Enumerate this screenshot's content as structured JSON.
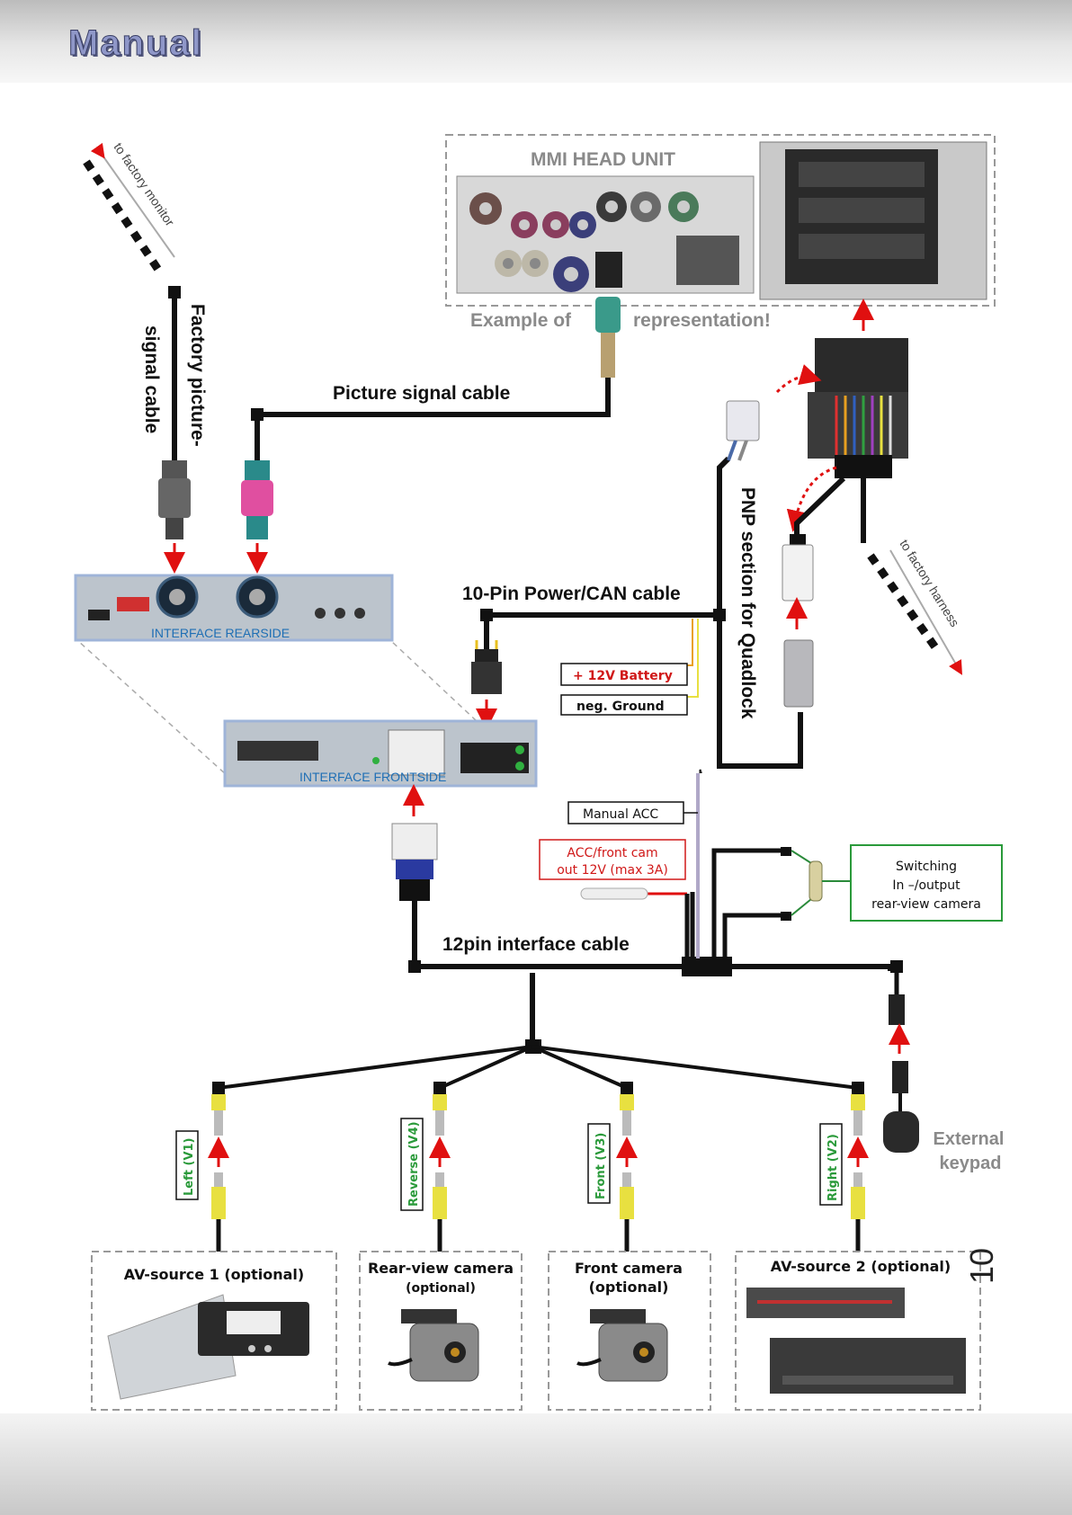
{
  "header": {
    "brand": "Manual"
  },
  "head_unit": {
    "title": "MMI HEAD UNIT",
    "example_left": "Example of",
    "example_right": "representation!"
  },
  "cables": {
    "to_factory_monitor": "to factory monitor",
    "factory_picture_line1": "Factory picture-",
    "factory_picture_line2": "signal cable",
    "picture_signal": "Picture signal cable",
    "power_can": "10-Pin Power/CAN cable",
    "battery": "+ 12V Battery",
    "ground": "neg. Ground",
    "pnp": "PNP section for Quadlock",
    "to_factory_harness": "to factory harness",
    "twelve_pin": "12pin interface cable",
    "manual_acc": "Manual ACC",
    "acc_line1": "ACC/front cam",
    "acc_line2": "out  12V (max 3A)",
    "switch_line1": "Switching",
    "switch_line2": "In –/output",
    "switch_line3": "rear-view camera"
  },
  "interface": {
    "rearside": "INTERFACE   REARSIDE",
    "frontside": "INTERFACE   FRONTSIDE"
  },
  "video_inputs": [
    {
      "label": "Left (V1)"
    },
    {
      "label": "Reverse (V4)"
    },
    {
      "label": "Front  (V3)"
    },
    {
      "label": "Right  (V2)"
    }
  ],
  "keypad": {
    "line1": "External",
    "line2": "keypad"
  },
  "sources": [
    {
      "title": "AV-source 1 (optional)",
      "subtitle": ""
    },
    {
      "title": "Rear-view camera",
      "subtitle": "(optional)"
    },
    {
      "title": "Front camera",
      "subtitle": "(optional)"
    },
    {
      "title": "AV-source 2 (optional)",
      "subtitle": ""
    }
  ],
  "page_number": "10",
  "colors": {
    "arrow": "#e01010",
    "green": "#2a9a3a",
    "interface_blue": "#1f6fb5",
    "battery_red": "#d01818"
  }
}
